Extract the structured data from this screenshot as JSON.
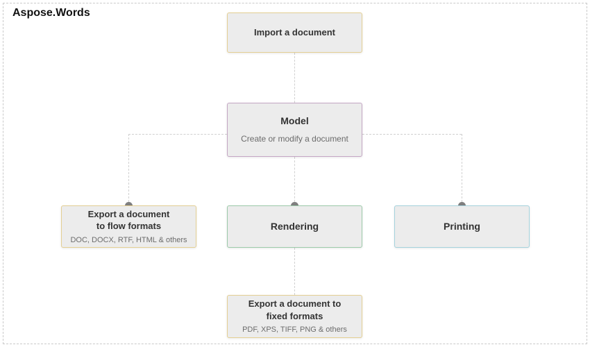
{
  "page": {
    "title": "Aspose.Words"
  },
  "colors": {
    "border-outer": "#c9c9c9",
    "line": "#d0d0d0",
    "dot": "#7f7f7f",
    "node-bg": "#ececec",
    "yellow": "#e4cf93",
    "purple": "#c4a6c4",
    "green": "#9ccaa9",
    "blue": "#a5d2dd",
    "title-text": "#333333",
    "subtitle-text": "#6b6b6b"
  },
  "nodes": {
    "import": {
      "title": "Import a document"
    },
    "model": {
      "title": "Model",
      "subtitle": "Create or modify a document"
    },
    "flow_formats": {
      "title": "Export a document\nto flow formats",
      "subtitle": "DOC, DOCX, RTF, HTML & others"
    },
    "rendering": {
      "title": "Rendering"
    },
    "printing": {
      "title": "Printing"
    },
    "fixed_formats": {
      "title": "Export a document to\nfixed formats",
      "subtitle": "PDF, XPS, TIFF, PNG & others"
    }
  }
}
